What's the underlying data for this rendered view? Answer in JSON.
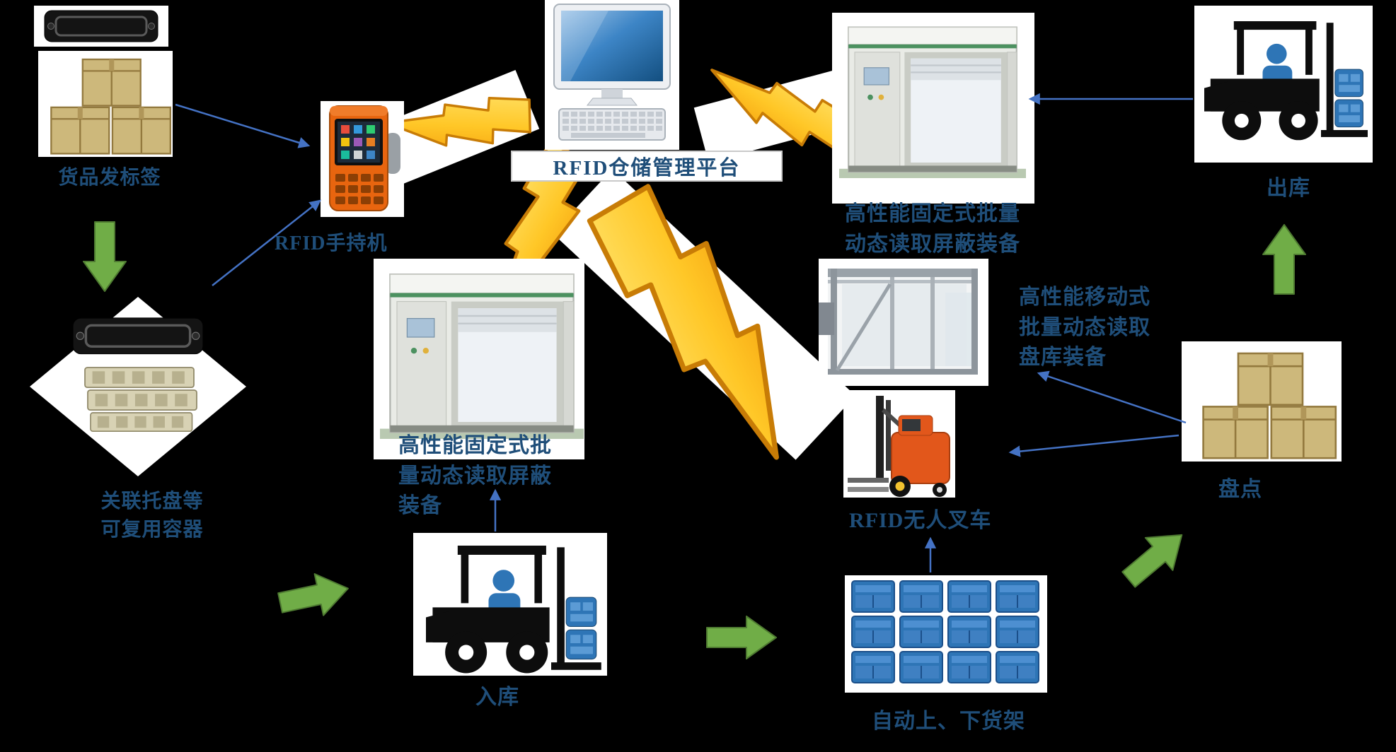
{
  "labels": {
    "goods_tag": "货品发标签",
    "pallet_container": "关联托盘等\n可复用容器",
    "handheld": "RFID手持机",
    "platform": "RFID仓储管理平台",
    "fixed_gate_top": "高性能固定式批量\n动态读取屏蔽装备",
    "outbound": "出库",
    "mobile_gate": "高性能移动式\n批量动态读取\n盘库装备",
    "fixed_gate_center": "高性能固定式批\n量动态读取屏蔽\n装备",
    "agv_forklift": "RFID无人叉车",
    "stocktake": "盘点",
    "inbound": "入库",
    "auto_shelf": "自动上、下货架"
  },
  "colors": {
    "background": "#000000",
    "label_text": "#1f4e79",
    "blue_arrow": "#4472c4",
    "green_arrow": "#70ad47",
    "bolt_yellow": "#ffc727",
    "bolt_orange": "#f08c00",
    "forklift_blue": "#2e75b6",
    "agv_orange": "#e2571b",
    "carton_tan": "#cdb87b",
    "rack_blue": "#2e75b6"
  },
  "icons": {
    "rfid-tag-icon": "black rounded rfid label chip",
    "carton-stack-icon": "stacked cardboard boxes",
    "pallet-tray-icon": "stacked reusable pallet trays",
    "handheld-reader-icon": "orange rfid handheld terminal",
    "desktop-computer-icon": "monitor with keyboard",
    "wireless-bolt-icon": "yellow lightning link",
    "gate-machine-icon": "fixed batch reading shielding gate",
    "gantry-frame-icon": "mobile batch reading frame",
    "forklift-icon": "forklift with driver and blue cargo",
    "agv-forklift-icon": "orange unmanned rfid forklift",
    "blue-rack-icon": "grid of blue storage totes",
    "block-arrow-icon": "green process arrow",
    "connector-arrow-icon": "blue pointer arrow"
  }
}
